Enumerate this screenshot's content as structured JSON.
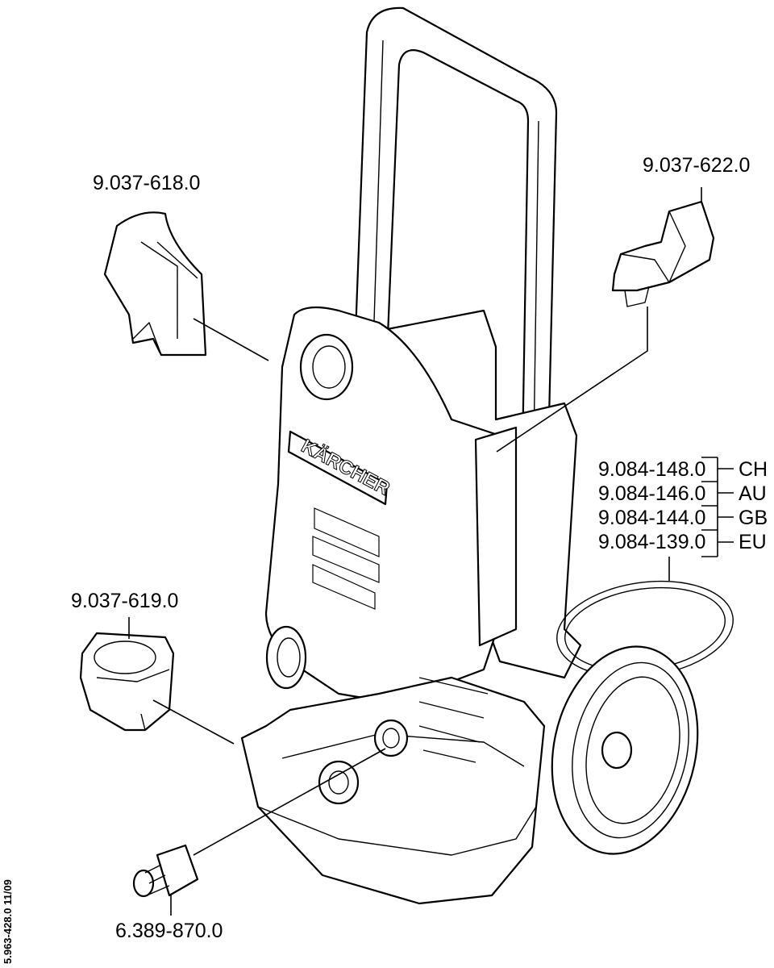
{
  "parts": {
    "handle_cover": "9.037-618.0",
    "hook_cover": "9.037-622.0",
    "holder_cover": "9.037-619.0",
    "hose_connector": "6.389-870.0"
  },
  "cables": [
    {
      "part": "9.084-148.0",
      "region": "CH"
    },
    {
      "part": "9.084-146.0",
      "region": "AU"
    },
    {
      "part": "9.084-144.0",
      "region": "GB"
    },
    {
      "part": "9.084-139.0",
      "region": "EU"
    }
  ],
  "brand": "KÄRCHER",
  "doc_code": "5.963-428.0  11/09"
}
